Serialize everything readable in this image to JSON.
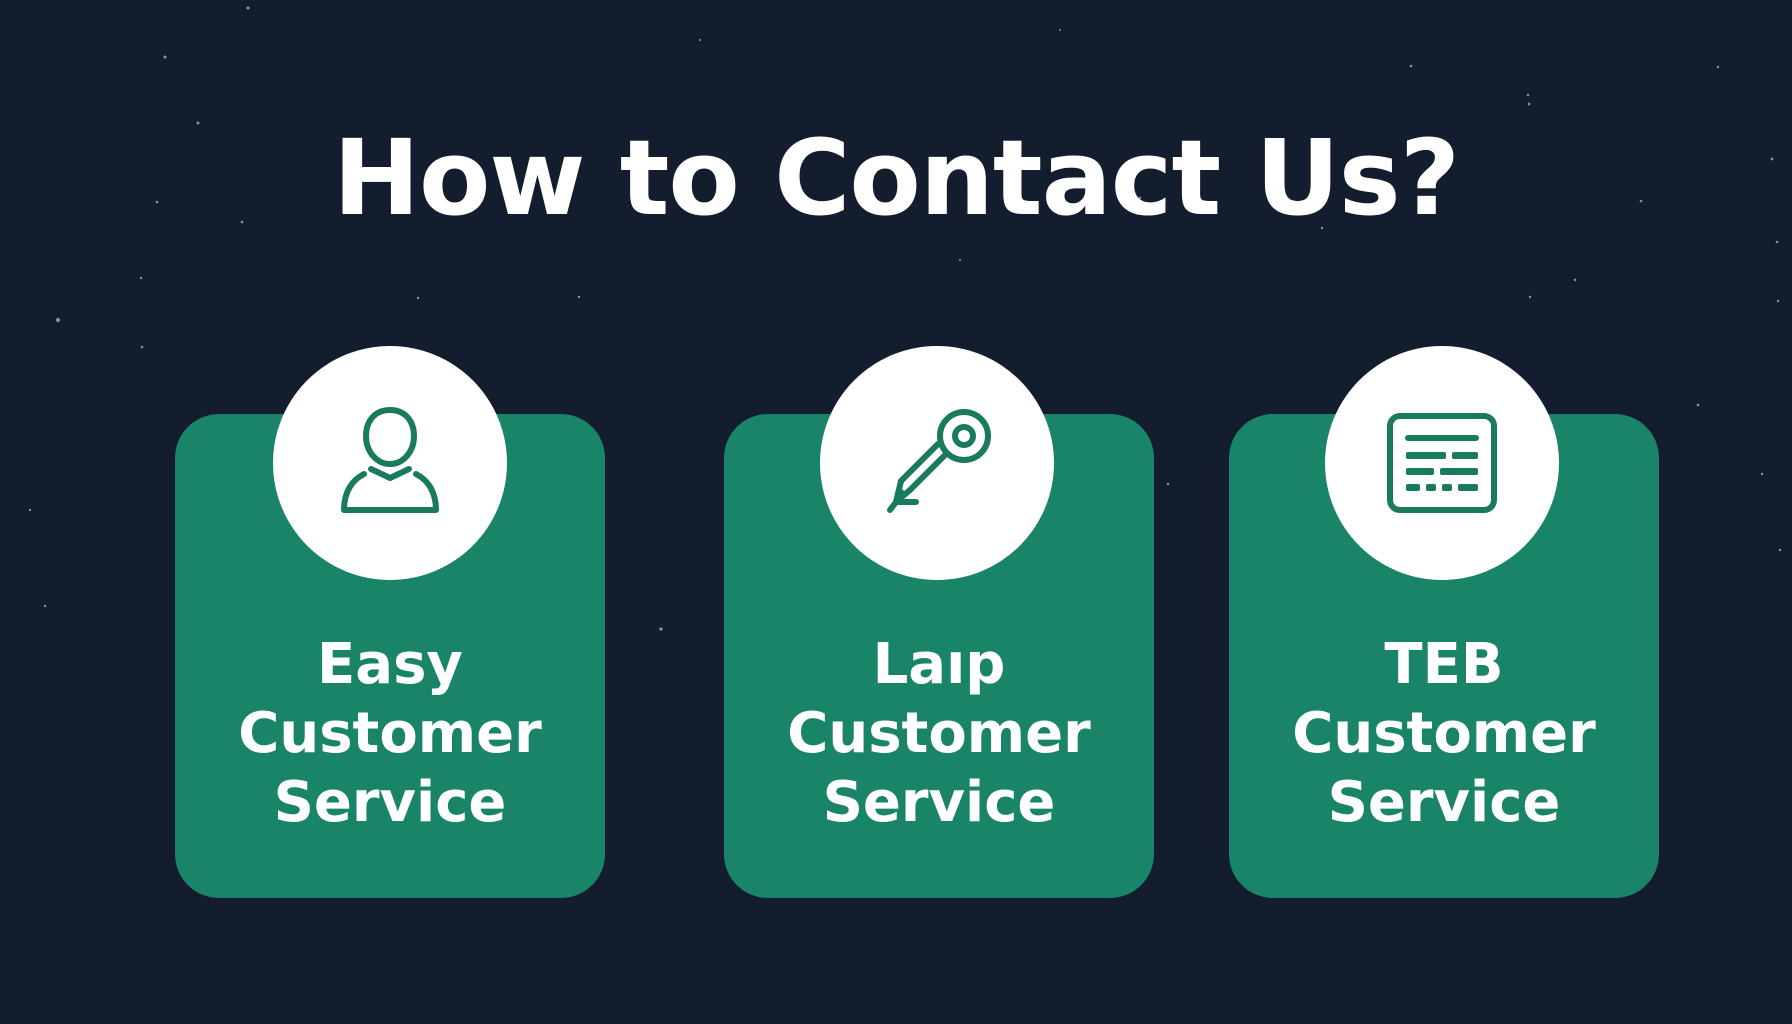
{
  "title": "How to Contact Us?",
  "colors": {
    "background": "#131d2e",
    "card": "#1a8468",
    "icon_stroke": "#1a7a5e",
    "badge": "#ffffff",
    "text": "#ffffff"
  },
  "cards": [
    {
      "icon": "user-icon",
      "line1": "Easy",
      "line2": "Customer",
      "line3": "Service"
    },
    {
      "icon": "pin-key-icon",
      "line1": "Laıp",
      "line2": "Customer",
      "line3": "Service"
    },
    {
      "icon": "form-document-icon",
      "line1": "TEB",
      "line2": "Customer",
      "line3": "Service"
    }
  ]
}
